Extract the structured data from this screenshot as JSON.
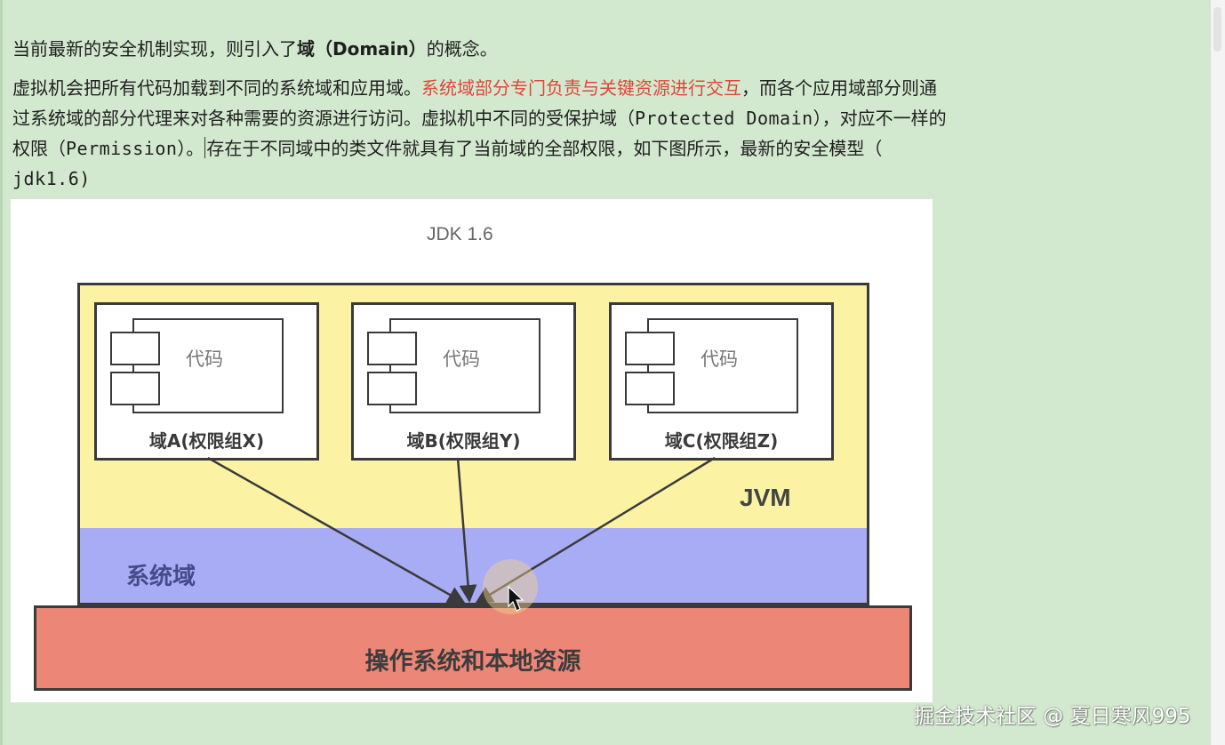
{
  "paragraph1": {
    "before": "当前最新的安全机制实现，则引入了",
    "bold": "域（Domain）",
    "after": "的概念。"
  },
  "paragraph2": {
    "line1_plain": "虚拟机会把所有代码加载到不同的系统域和应用域。",
    "line1_red": "系统域部分专门负责与关键资源进行交互",
    "line1_tail": "，而各个应用域部分则通",
    "line2_pre": "过系统域的部分代理来对各种需要的资源进行访问。虚拟机中不同的受保护域（",
    "line2_mono": "Protected Domain",
    "line2_post": "），对应不一样的",
    "line3_pre": "权限（",
    "line3_mono": "Permission",
    "line3_mid": "）。",
    "line3_post": "存在于不同域中的类文件就具有了当前域的全部权限，如下图所示，最新的安全模型（",
    "line4_mono": "jdk1.6",
    "line4_post": ")"
  },
  "diagram": {
    "title": "JDK 1.6",
    "jvm_label": "JVM",
    "system_domain_label": "系统域",
    "os_label": "操作系统和本地资源",
    "domains": [
      {
        "code": "代码",
        "label": "域A(权限组X)"
      },
      {
        "code": "代码",
        "label": "域B(权限组Y)"
      },
      {
        "code": "代码",
        "label": "域C(权限组Z)"
      }
    ],
    "colors": {
      "jvm": "#fbf3a3",
      "system_domain": "#a8acf4",
      "os": "#ec8676",
      "red_text": "#e0463a",
      "page_bg": "#d3e9cf"
    }
  },
  "watermark": "掘金技术社区 @ 夏日寒风995"
}
